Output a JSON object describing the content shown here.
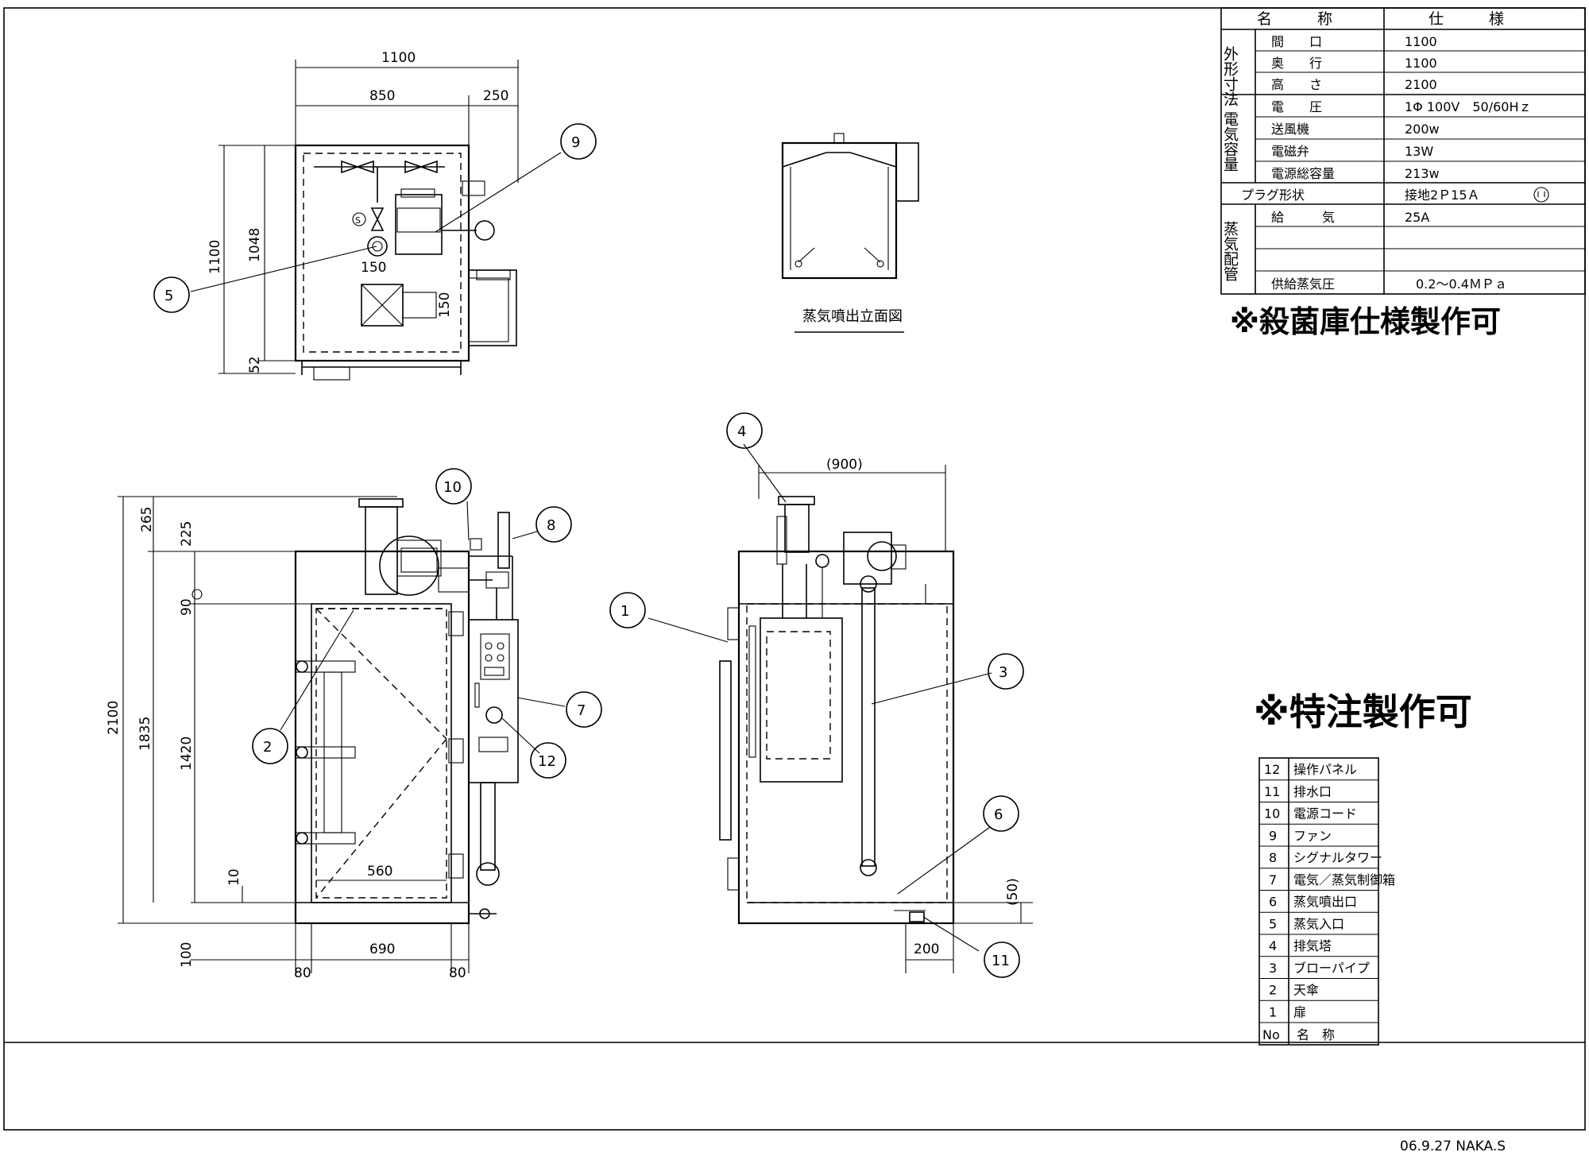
{
  "spec_table": {
    "header_name": "名　　　称",
    "header_spec": "仕　　　様",
    "groups": [
      {
        "label": "外形寸法",
        "rows": [
          {
            "name": "間　　口",
            "spec": "1100"
          },
          {
            "name": "奥　　行",
            "spec": "1100"
          },
          {
            "name": "高　　さ",
            "spec": "2100"
          }
        ]
      },
      {
        "label": "電気容量",
        "rows": [
          {
            "name": "電　　圧",
            "spec": "1Φ 100V　50/60Hｚ"
          },
          {
            "name": "送風機",
            "spec": "200w"
          },
          {
            "name": "電磁弁",
            "spec": "13W"
          },
          {
            "name": "電源総容量",
            "spec": "213w"
          }
        ]
      }
    ],
    "plug_row": {
      "name": "プラグ形状",
      "spec": "接地2Ｐ15Ａ"
    },
    "steam_group": {
      "label": "蒸気配管",
      "rows": [
        {
          "name": "給　　　気",
          "spec": "25A"
        },
        {
          "name": "",
          "spec": ""
        },
        {
          "name": "",
          "spec": ""
        },
        {
          "name": "供給蒸気圧",
          "spec": "0.2〜0.4ＭＰａ"
        }
      ]
    }
  },
  "notes": {
    "sterilizer": "※殺菌庫仕様製作可",
    "custom": "※特注製作可"
  },
  "views": {
    "steam_outlet_elevation": "蒸気噴出立面図"
  },
  "dimensions": {
    "top_width": "1100",
    "top_850": "850",
    "top_250": "250",
    "top_depth": "1100",
    "top_1048": "1048",
    "top_52": "52",
    "top_150_a": "150",
    "top_150_b": "150",
    "front_265": "265",
    "front_225": "225",
    "front_90": "90",
    "front_2100": "2100",
    "front_1835": "1835",
    "front_1420": "1420",
    "front_10": "10",
    "front_560": "560",
    "front_100": "100",
    "front_690": "690",
    "front_80_left": "80",
    "front_80_right": "80",
    "side_900": "(900)",
    "side_50": "(50)",
    "side_200": "200"
  },
  "callouts": [
    "1",
    "2",
    "3",
    "4",
    "5",
    "6",
    "7",
    "8",
    "9",
    "10",
    "11",
    "12"
  ],
  "parts_list": {
    "header_no": "No",
    "header_name": "名　称",
    "items": [
      {
        "no": "12",
        "name": "操作パネル"
      },
      {
        "no": "11",
        "name": "排水口"
      },
      {
        "no": "10",
        "name": "電源コード"
      },
      {
        "no": "9",
        "name": "ファン"
      },
      {
        "no": "8",
        "name": "シグナルタワー"
      },
      {
        "no": "7",
        "name": "電気／蒸気制御箱"
      },
      {
        "no": "6",
        "name": "蒸気噴出口"
      },
      {
        "no": "5",
        "name": "蒸気入口"
      },
      {
        "no": "4",
        "name": "排気塔"
      },
      {
        "no": "3",
        "name": "ブローパイプ"
      },
      {
        "no": "2",
        "name": "天傘"
      },
      {
        "no": "1",
        "name": "扉"
      }
    ]
  },
  "footer": {
    "stamp": "06.9.27  NAKA.S"
  }
}
